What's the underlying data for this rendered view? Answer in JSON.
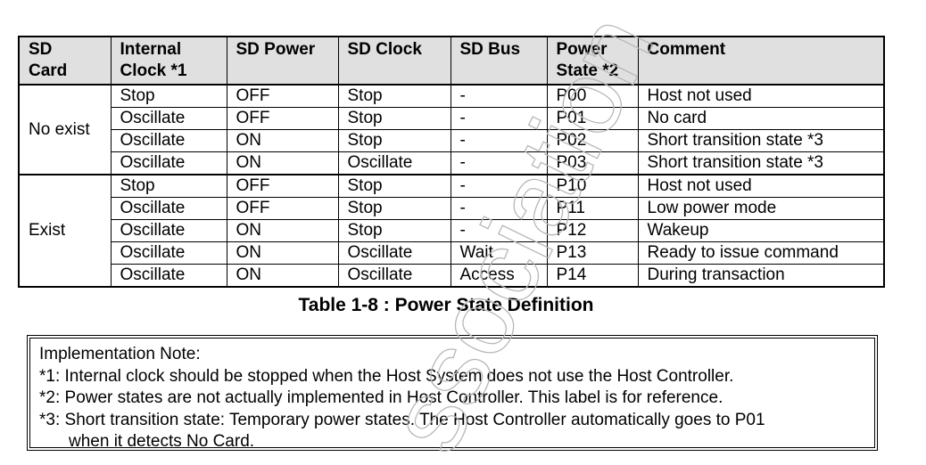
{
  "table": {
    "headers": [
      [
        "SD",
        "Card"
      ],
      [
        "Internal",
        "Clock *1"
      ],
      [
        "SD Power",
        ""
      ],
      [
        "SD Clock",
        ""
      ],
      [
        "SD Bus",
        ""
      ],
      [
        "Power",
        "State *2"
      ],
      [
        "Comment",
        ""
      ]
    ],
    "groups": [
      {
        "card": "No exist",
        "rows": [
          [
            "Stop",
            "OFF",
            "Stop",
            "-",
            "P00",
            "Host not used"
          ],
          [
            "Oscillate",
            "OFF",
            "Stop",
            "-",
            "P01",
            "No card"
          ],
          [
            "Oscillate",
            "ON",
            "Stop",
            "-",
            "P02",
            "Short transition state *3"
          ],
          [
            "Oscillate",
            "ON",
            "Oscillate",
            "-",
            "P03",
            "Short transition state *3"
          ]
        ]
      },
      {
        "card": "Exist",
        "rows": [
          [
            "Stop",
            "OFF",
            "Stop",
            "-",
            "P10",
            "Host not used"
          ],
          [
            "Oscillate",
            "OFF",
            "Stop",
            "-",
            "P11",
            "Low power mode"
          ],
          [
            "Oscillate",
            "ON",
            "Stop",
            "-",
            "P12",
            "Wakeup"
          ],
          [
            "Oscillate",
            "ON",
            "Oscillate",
            "Wait",
            "P13",
            "Ready to issue command"
          ],
          [
            "Oscillate",
            "ON",
            "Oscillate",
            "Access",
            "P14",
            "During transaction"
          ]
        ]
      }
    ]
  },
  "caption": "Table 1-8 : Power State Definition",
  "note": {
    "title": "Implementation Note:",
    "lines": [
      "*1: Internal clock should be stopped when the Host System does not use the Host Controller.",
      "*2: Power states are not actually implemented in Host Controller. This label is for reference.",
      "*3: Short transition state: Temporary power states. The Host Controller automatically goes to P01"
    ],
    "continuation": "when it detects No Card."
  },
  "watermark": {
    "text": "ssociation",
    "color": "#b8b8b8"
  }
}
